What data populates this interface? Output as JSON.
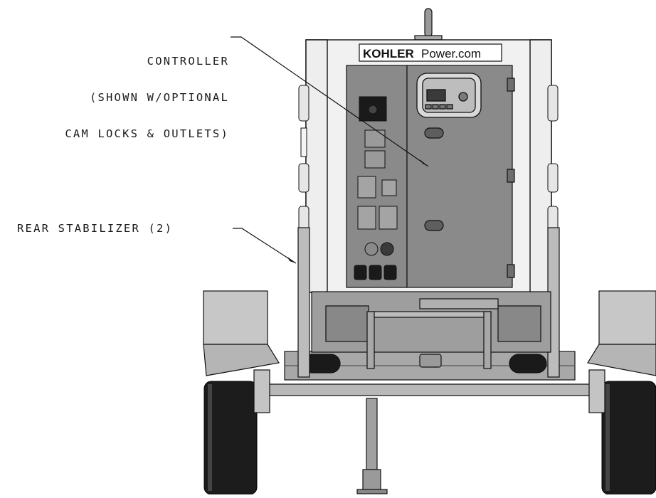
{
  "callouts": {
    "controller": [
      "CONTROLLER",
      "(SHOWN W/OPTIONAL",
      "CAM LOCKS & OUTLETS)"
    ],
    "stabilizer": "REAR STABILIZER (2)"
  },
  "brand": {
    "name": "KOHLER",
    "suffix": "Power.com"
  },
  "colors": {
    "frame": "#f1f1f1",
    "panel": "#8a8a8a",
    "panel_dark": "#6e6e6e",
    "trailer": "#bcbcbc",
    "tire": "#1c1c1c",
    "line": "#111111"
  }
}
